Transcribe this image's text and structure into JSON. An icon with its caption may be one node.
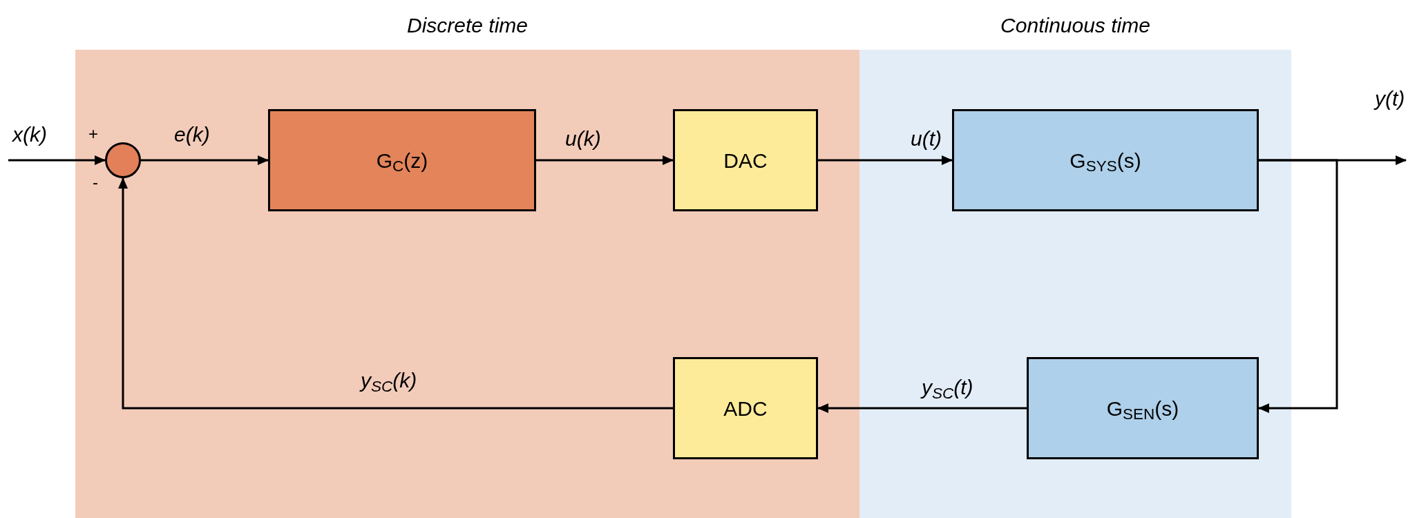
{
  "diagram": {
    "nodes": [
      {
        "text": [
          "Discrete time"
        ]
      },
      {
        "text": [
          "Continuous time"
        ]
      },
      {
        "text": [],
        "shape": "circle",
        "in": 0
      },
      {
        "text": [
          "G$_{C}$(z)"
        ],
        "in": 0
      },
      {
        "text": [
          "DAC"
        ],
        "in": 0
      },
      {
        "text": [
          "G$_{SYS}$(s)"
        ],
        "in": 1
      },
      {
        "text": [
          "ADC"
        ],
        "in": 0
      },
      {
        "text": [
          "G$_{SEN}$(s)"
        ],
        "in": 1
      }
    ],
    "edges": [
      {
        "from": null,
        "to": 2,
        "arrow": "to",
        "label": "x(k)"
      },
      {
        "from": 2,
        "to": 3,
        "arrow": "to",
        "label": "e(k)"
      },
      {
        "from": 3,
        "to": 4,
        "arrow": "to",
        "label": "u(k)"
      },
      {
        "from": 4,
        "to": 5,
        "arrow": "to",
        "label": "u(t)"
      },
      {
        "from": 5,
        "to": null,
        "arrow": "to",
        "label": "y(t)"
      },
      {
        "from": 5,
        "to": 7,
        "arrow": "to"
      },
      {
        "from": 7,
        "to": 6,
        "arrow": "to",
        "label": "y$_{SC}$(t)"
      },
      {
        "from": 6,
        "to": 2,
        "arrow": "to",
        "label": "y$_{SC}$(k)"
      }
    ],
    "labels": [
      "+",
      "-"
    ]
  }
}
